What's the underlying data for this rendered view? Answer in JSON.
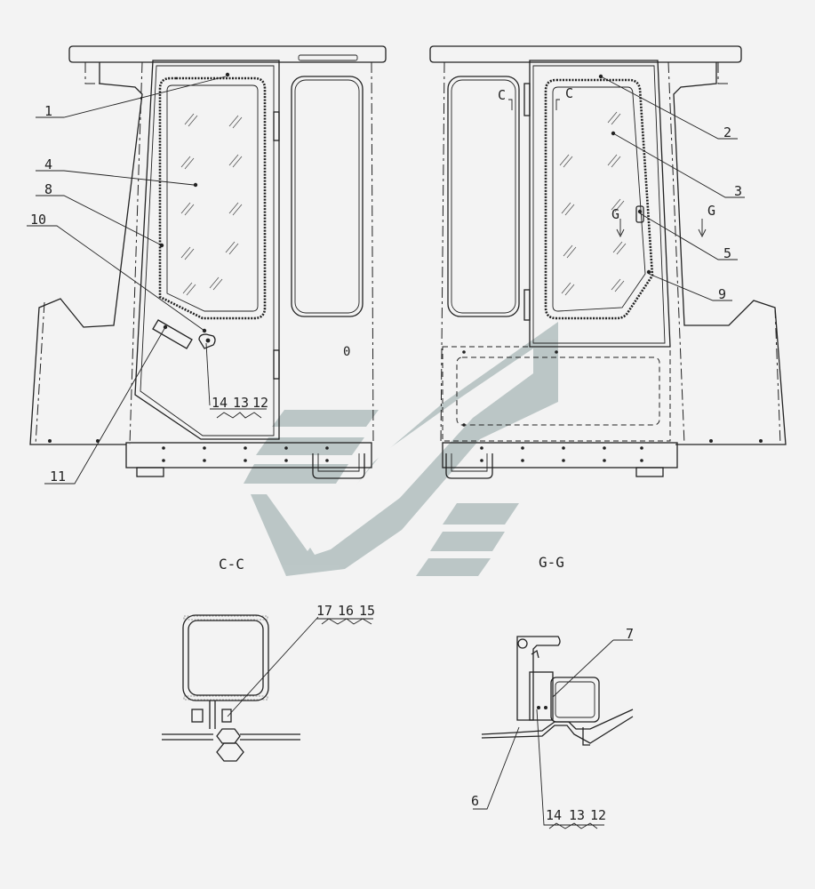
{
  "left_view": {
    "labels": [
      "1",
      "4",
      "8",
      "10",
      "11",
      "14",
      "13",
      "12"
    ],
    "center_mark": "0"
  },
  "right_view": {
    "labels": [
      "2",
      "3",
      "5",
      "9"
    ],
    "section_marks": {
      "c1": "C",
      "c2": "C",
      "g1": "G",
      "g2": "G"
    }
  },
  "sections": {
    "cc": {
      "caption": "C-C",
      "labels": [
        "17",
        "16",
        "15"
      ]
    },
    "gg": {
      "caption": "G-G",
      "labels": [
        "7",
        "6",
        "14",
        "13",
        "12"
      ]
    }
  },
  "watermark": {
    "color": "#a9b8b8"
  }
}
